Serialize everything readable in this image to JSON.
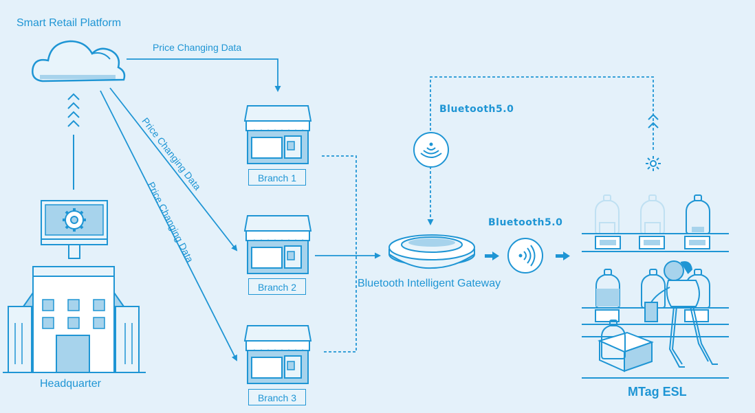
{
  "platform": {
    "title": "Smart Retail Platform"
  },
  "edges": {
    "to_branch1": "Price Changing Data",
    "to_branch2": "Price Changing Data",
    "to_branch3": "Price Changing Data"
  },
  "branches": [
    {
      "label": "Branch 1"
    },
    {
      "label": "Branch 2"
    },
    {
      "label": "Branch 3"
    }
  ],
  "gateway": {
    "label": "Bluetooth Intelligent Gateway"
  },
  "bluetooth": {
    "top_label": "Bluetooth5.0",
    "right_label": "Bluetooth5.0"
  },
  "headquarter": {
    "label": "Headquarter"
  },
  "esl": {
    "label": "MTag ESL"
  },
  "colors": {
    "accent": "#1e95d4",
    "fill": "#a7d3ec",
    "background": "#e4f1fa"
  }
}
